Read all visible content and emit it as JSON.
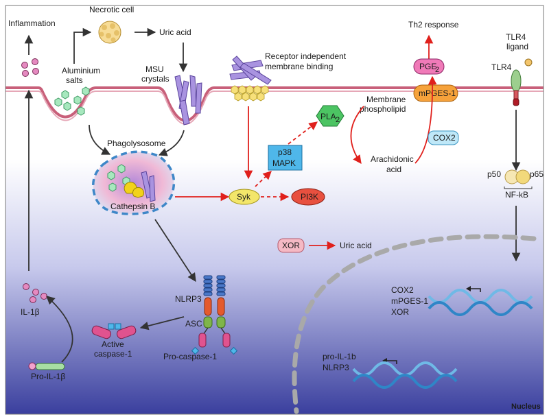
{
  "labels": {
    "inflammation": "Inflammation",
    "necrotic_cell": "Necrotic cell",
    "uric_acid_top": "Uric acid",
    "aluminium_salts_1": "Aluminium",
    "aluminium_salts_2": "salts",
    "msu_1": "MSU",
    "msu_2": "crystals",
    "receptor_1": "Receptor independent",
    "receptor_2": "membrane binding",
    "th2_response": "Th2 response",
    "pge2": "PGE",
    "pge2_sub": "2",
    "tlr4_ligand_1": "TLR4",
    "tlr4_ligand_2": "ligand",
    "tlr4": "TLR4",
    "mpges1": "mPGES-1",
    "membrane_phospholipid_1": "Membrane",
    "membrane_phospholipid_2": "phospholipid",
    "pla2": "PLA",
    "pla2_sub": "2",
    "p38_1": "p38",
    "p38_2": "MAPK",
    "cox2_box": "COX2",
    "arachidonic_1": "Arachidonic",
    "arachidonic_2": "acid",
    "phagolysosome": "Phagolysosome",
    "cathepsin_b": "Cathepsin B",
    "syk": "Syk",
    "pi3k": "PI3K",
    "p50": "p50",
    "p65": "p65",
    "nfkb": "NF-kB",
    "xor": "XOR",
    "uric_acid_mid": "Uric acid",
    "il1b": "IL-1β",
    "nlrp3": "NLRP3",
    "asc": "ASC",
    "active_casp_1": "Active",
    "active_casp_2": "caspase-1",
    "pro_casp": "Pro-caspase-1",
    "pro_il1b": "Pro-IL-1β",
    "genes1_a": "COX2",
    "genes1_b": "mPGES-1",
    "genes1_c": "XOR",
    "genes2_a": "pro-IL-1b",
    "genes2_b": "NLRP3",
    "nucleus": "Nucleus"
  },
  "colors": {
    "bg_top": "#ffffff",
    "bg_bottom": "#3a3f9e",
    "membrane": "#c8607a",
    "red_arrow": "#e0201c",
    "black_arrow": "#333333",
    "crystal": "#9a86d6",
    "hexagon": "#7fd4a1",
    "syk": "#f3e66a",
    "pi3k": "#e8503f",
    "pla2": "#4cc463",
    "p38": "#4fb7ea",
    "cox2": "#bfe8f8",
    "mpges1": "#f6a23b",
    "pge2": "#f07ab8",
    "tlr4": "#8cc987",
    "xor": "#f5b9c4"
  }
}
